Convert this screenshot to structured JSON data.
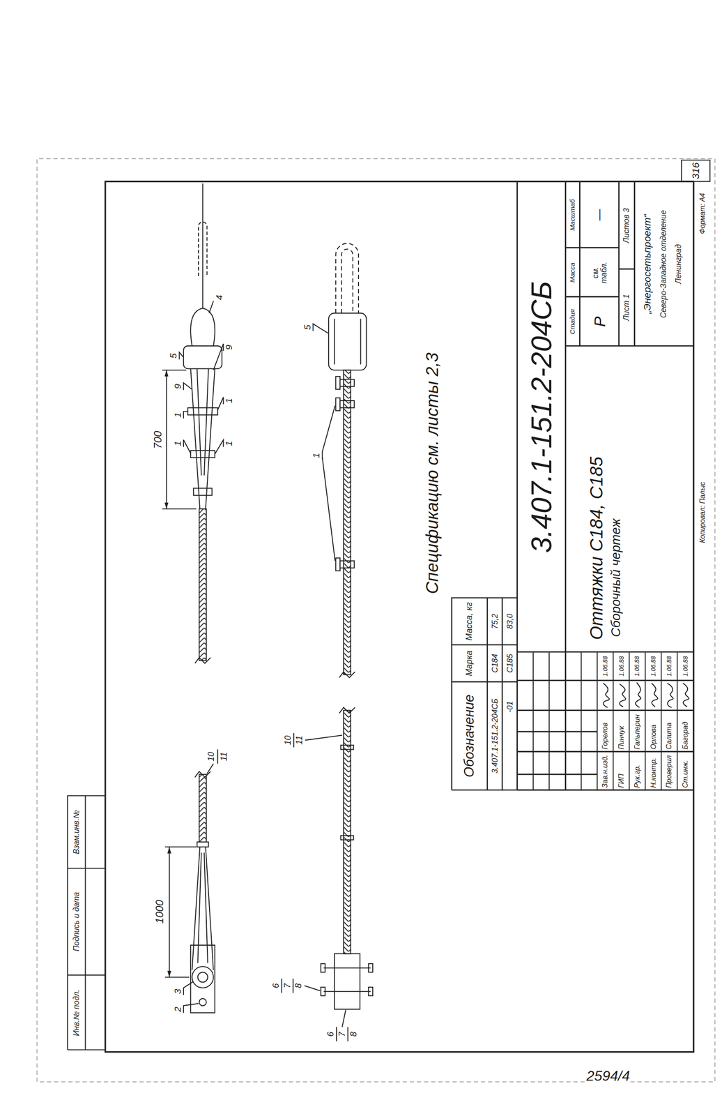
{
  "diagram": {
    "labels": [
      "Инв.№ подл.",
      "Подпись и дата",
      "Взам.инв.№",
      "316",
      "2",
      "3",
      "1000",
      "10",
      "11",
      "700",
      "1",
      "1",
      "9",
      "5",
      "1",
      "1",
      "9",
      "4",
      "6",
      "7",
      "8",
      "6",
      "7",
      "8",
      "10",
      "11",
      "1",
      "5",
      "Спецификацию см. листы 2,3",
      "Обозначение",
      "Марка",
      "Масса, кг",
      "3.407.1-151.2-204СБ",
      "С184",
      "75,2",
      "-01",
      "С185",
      "83,0",
      "3.407.1-151.2-204СБ",
      "Зав.н.изд.",
      "Горелов",
      "1.06.88",
      "ГИП",
      "Пинчук",
      "1.06.88",
      "Рук.гр.",
      "Гальперин",
      "1.06.88",
      "Н.контр.",
      "Орлова",
      "1.06.88",
      "Проверил",
      "Салита",
      "1.06.88",
      "Ст.инж.",
      "Багорад",
      "1.06.88",
      "Оттяжки С184, С185",
      "Сборочный чертеж",
      "Стадия",
      "Масса",
      "Масштаб",
      "Р",
      "см. табл.",
      "—",
      "Лист 1",
      "Листов 3",
      "„Энергосетьпроект“",
      "Северо-Западное отделение",
      "Ленинград",
      "Копировал: Палыс",
      "Формат: А4",
      "2594/4"
    ]
  }
}
